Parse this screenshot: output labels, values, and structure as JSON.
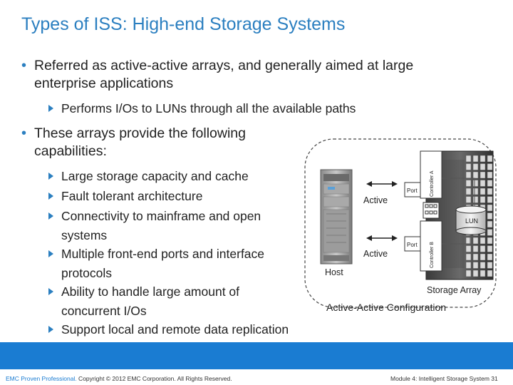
{
  "slide": {
    "title": "Types of ISS: High-end Storage Systems",
    "bullets": [
      {
        "text": "Referred as active-active arrays, and generally aimed at large enterprise applications",
        "sub": [
          "Performs I/Os to LUNs through all the available paths"
        ]
      },
      {
        "text": "These arrays provide the following capabilities:",
        "sub": [
          "Large storage capacity and cache",
          "Fault tolerant architecture",
          "Connectivity to mainframe and open systems",
          "Multiple front-end ports and interface protocols",
          "Ability to handle large amount of concurrent I/Os",
          "Support local and remote data replication"
        ]
      }
    ]
  },
  "diagram": {
    "host_label": "Host",
    "path_labels": [
      "Active",
      "Active"
    ],
    "port_label": "Port",
    "controller_a": "Controller A",
    "controller_b": "Controller B",
    "lun_label": "LUN",
    "array_label": "Storage Array",
    "caption": "Active-Active Configuration"
  },
  "footer": {
    "brand": "EMC Proven Professional.",
    "copyright": " Copyright © 2012 EMC Corporation. All Rights Reserved.",
    "module": "Module 4: Intelligent Storage System   31"
  }
}
